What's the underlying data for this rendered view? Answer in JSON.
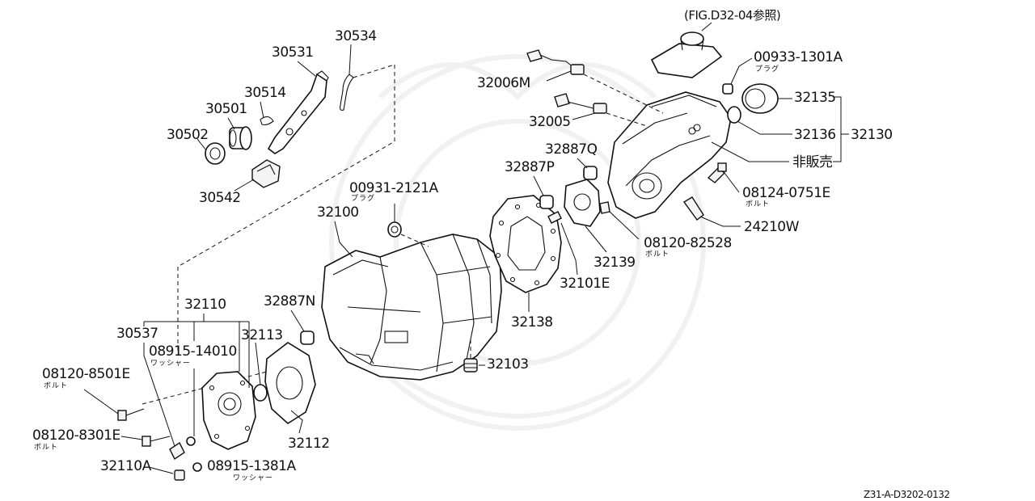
{
  "reference_note": "(FIG.D32-04参照)",
  "diagram_code": "Z31-A-D3202-0132",
  "labels": {
    "p30534": "30534",
    "p30531": "30531",
    "p30514": "30514",
    "p30501": "30501",
    "p30502": "30502",
    "p30542": "30542",
    "p00931": "00931-2121A",
    "p00931_sub": "プラグ",
    "p32100": "32100",
    "p32110": "32110",
    "p30537": "30537",
    "p08915_14010": "08915-14010",
    "p08915_14010_sub": "ワッシャー",
    "p32113": "32113",
    "p32887N": "32887N",
    "p08120_8501E": "08120-8501E",
    "p08120_8501E_sub": "ボルト",
    "p08120_8301E": "08120-8301E",
    "p08120_8301E_sub": "ボルト",
    "p32110A": "32110A",
    "p08915_1381A": "08915-1381A",
    "p08915_1381A_sub": "ワッシャー",
    "p32112": "32112",
    "p32103": "32103",
    "p32138": "32138",
    "p32101E": "32101E",
    "p32887P": "32887P",
    "p32887Q": "32887Q",
    "p32006M": "32006M",
    "p32005": "32005",
    "p00933": "00933-1301A",
    "p00933_sub": "プラグ",
    "p32135": "32135",
    "p32136": "32136",
    "p32130": "32130",
    "p_not_for_sale": "非販売",
    "p08124": "08124-0751E",
    "p08124_sub": "ボルト",
    "p24210W": "24210W",
    "p08120_82528": "08120-82528",
    "p08120_82528_sub": "ボルト",
    "p32139": "32139"
  }
}
